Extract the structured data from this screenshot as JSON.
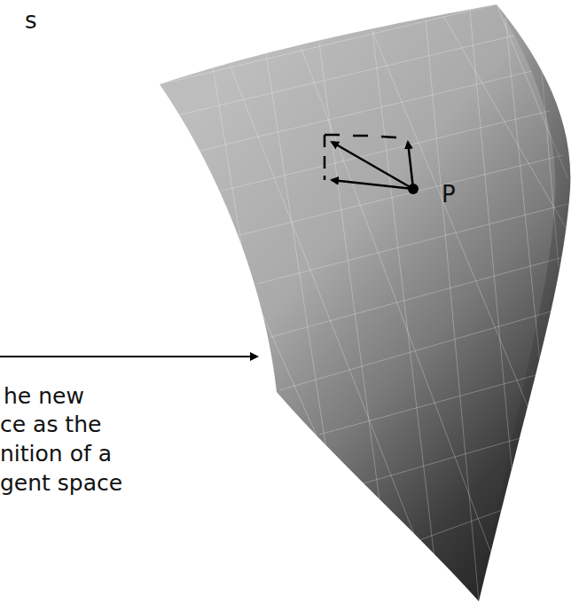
{
  "diagram": {
    "labels": [
      "s",
      "P",
      "he new",
      "ce as the",
      "nition of a",
      "gent space"
    ]
  }
}
